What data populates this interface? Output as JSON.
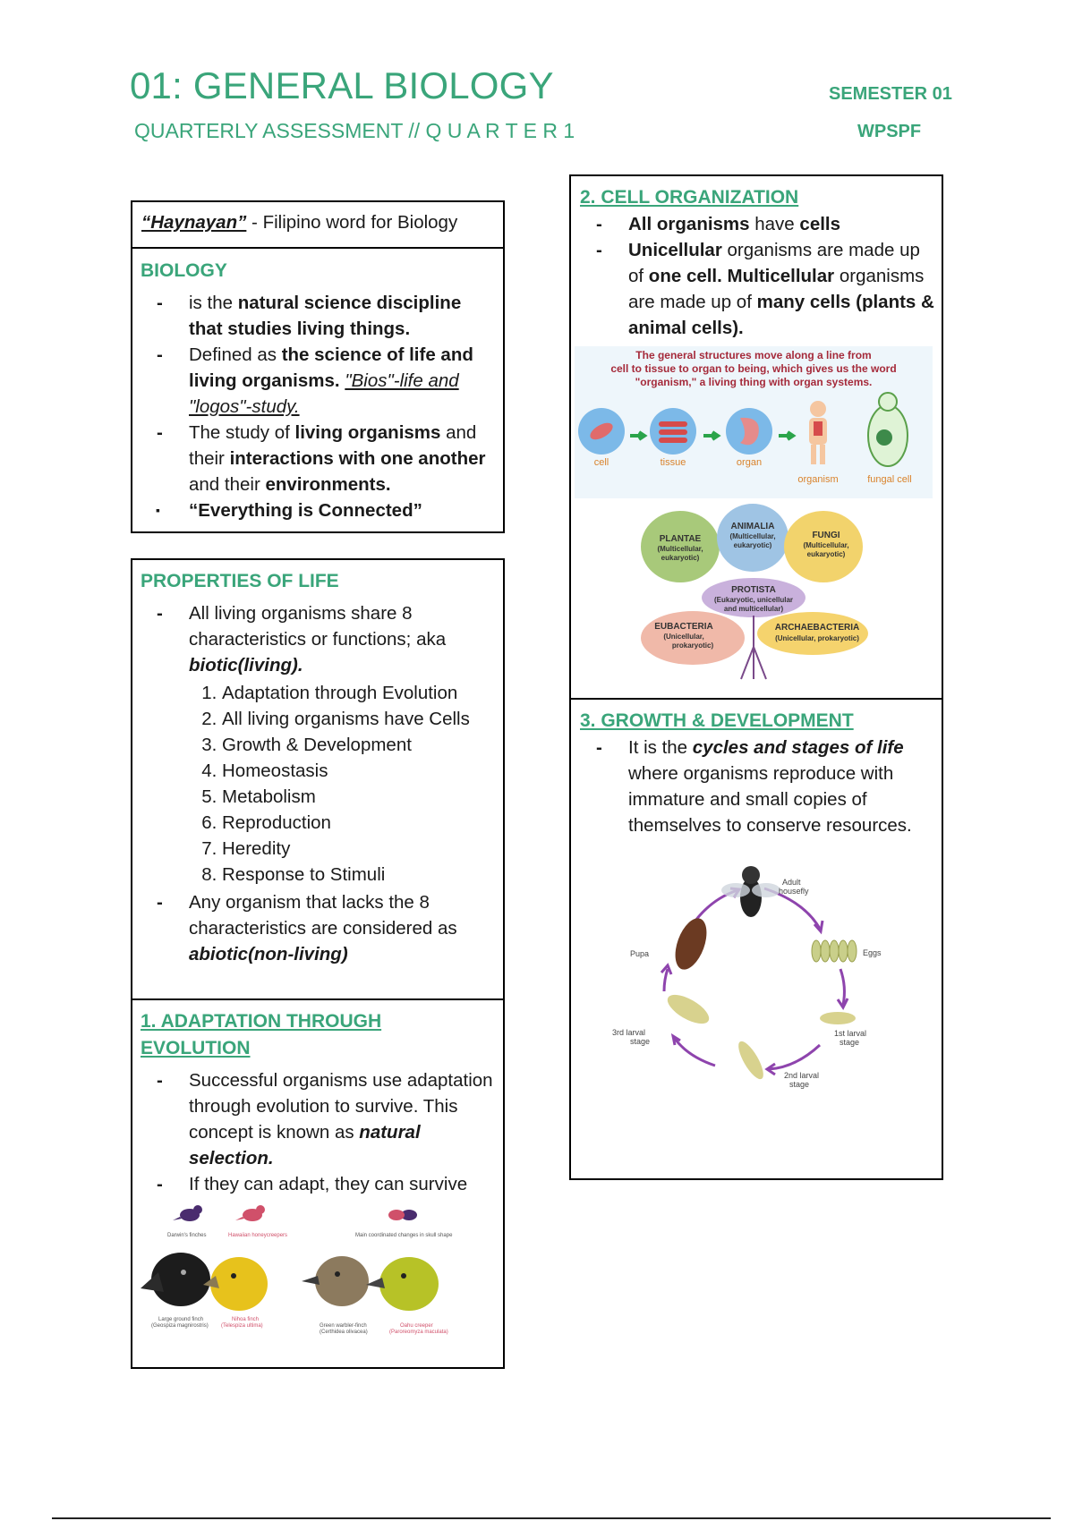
{
  "header": {
    "title": "01: GENERAL BIOLOGY",
    "subtitle": "QUARTERLY ASSESSMENT  // Q U A R T E R  1",
    "semester": "SEMESTER 01",
    "org": "WPSPF"
  },
  "haynayan": {
    "word": "“Haynayan”",
    "rest": " - Filipino word for Biology"
  },
  "biology": {
    "title": "BIOLOGY",
    "items": [
      [
        "is the ",
        "natural science discipline that studies living things.",
        ""
      ],
      [
        "Defined as ",
        "the science of life and living organisms.",
        " ",
        "\"Bios\"-life and \"logos\"-study."
      ],
      [
        "The study of ",
        "living organisms",
        " and their ",
        "interactions with one another",
        " and their ",
        "environments."
      ],
      [
        "“Everything is Connected”"
      ]
    ]
  },
  "properties": {
    "title": "PROPERTIES OF LIFE",
    "intro_a": "All living organisms share 8 characteristics or functions; aka ",
    "intro_b": "biotic(living).",
    "list": [
      "Adaptation through Evolution",
      "All living organisms have Cells",
      "Growth & Development",
      "Homeostasis",
      "Metabolism",
      "Reproduction",
      "Heredity",
      "Response to Stimuli"
    ],
    "outro_a": "Any organism that lacks the 8 characteristics are considered as ",
    "outro_b": "abiotic(non-living)"
  },
  "adaptation": {
    "title": "1. ADAPTATION THROUGH EVOLUTION",
    "item1_a": "Successful organisms use adaptation through evolution to survive. This concept is known as ",
    "item1_b": "natural selection.",
    "item2": "If they can adapt, they can survive",
    "fig_labels": {
      "darwins": "Darwin's finches",
      "hawaiian": "Hawaiian honeycreepers",
      "main_changes": "Main coordinated changes in skull shape",
      "ground_finch": "Large ground finch",
      "ground_finch_sci": "(Geospiza magnirostris)",
      "nihoa": "Nihoa finch",
      "nihoa_sci": "(Telespiza ultima)",
      "warbler": "Green warbler-finch",
      "warbler_sci": "(Certhidea olivacea)",
      "oahu": "Oahu creeper",
      "oahu_sci": "(Paroreomyza maculata)"
    }
  },
  "cell_org": {
    "title": "2. CELL ORGANIZATION",
    "item1_a": "All organisms",
    "item1_b": " have ",
    "item1_c": "cells",
    "item2_a": "Unicellular",
    "item2_b": " organisms are made up of ",
    "item2_c": "one cell. Multicellular",
    "item2_d": " organisms are made up of ",
    "item2_e": "many cells (plants & animal cells).",
    "fig_caption_1": "The general structures move along a line from",
    "fig_caption_2": "cell to tissue to organ to being, which gives us the word",
    "fig_caption_3": "\"organism,\" a living thing with organ systems.",
    "levels": [
      "cell",
      "tissue",
      "organ",
      "organism",
      "fungal cell"
    ],
    "kingdoms": {
      "plantae": "PLANTAE",
      "plantae_sub1": "(Multicellular,",
      "plantae_sub2": "eukaryotic)",
      "animalia": "ANIMALIA",
      "animalia_sub1": "(Multicellular,",
      "animalia_sub2": "eukaryotic)",
      "fungi": "FUNGI",
      "fungi_sub1": "(Multicellular,",
      "fungi_sub2": "eukaryotic)",
      "protista": "PROTISTA",
      "protista_sub1": "(Eukaryotic, unicellular",
      "protista_sub2": "and multicellular)",
      "eubacteria": "EUBACTERIA",
      "eubacteria_sub1": "(Unicellular,",
      "eubacteria_sub2": "prokaryotic)",
      "archaebacteria": "ARCHAEBACTERIA",
      "archaebacteria_sub": "(Unicellular, prokaryotic)"
    }
  },
  "growth": {
    "title": "3. GROWTH & DEVELOPMENT",
    "text_a": "It is the ",
    "text_b": "cycles and stages of life",
    "text_c": " where organisms reproduce with immature and small copies of themselves to conserve resources.",
    "cycle": {
      "adult": "Adult",
      "adult2": "housefly",
      "eggs": "Eggs",
      "l1a": "1st larval",
      "l1b": "stage",
      "l2a": "2nd larval",
      "l2b": "stage",
      "l3a": "3rd larval",
      "l3b": "stage",
      "pupa": "Pupa"
    }
  },
  "colors": {
    "accent": "#3aa57a",
    "arrow": "#8e44ad"
  }
}
